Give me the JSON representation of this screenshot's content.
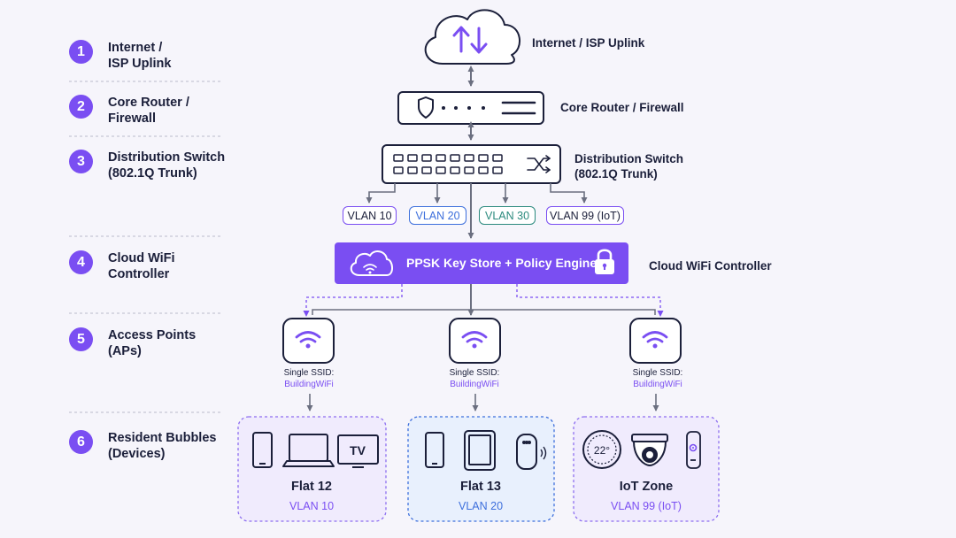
{
  "steps": [
    {
      "num": "1",
      "label": "Internet /\nISP Uplink"
    },
    {
      "num": "2",
      "label": "Core Router /\nFirewall"
    },
    {
      "num": "3",
      "label": "Distribution Switch\n(802.1Q Trunk)"
    },
    {
      "num": "4",
      "label": "Cloud WiFi\nController"
    },
    {
      "num": "5",
      "label": "Access Points\n(APs)"
    },
    {
      "num": "6",
      "label": "Resident Bubbles\n(Devices)"
    }
  ],
  "labels": {
    "internet": "Internet / ISP Uplink",
    "router": "Core Router / Firewall",
    "switch": "Distribution Switch\n(802.1Q Trunk)",
    "controller_box": "PPSK Key Store + Policy Engine",
    "controller": "Cloud WiFi Controller"
  },
  "vlans": [
    "VLAN 10",
    "VLAN 20",
    "VLAN 30",
    "VLAN 99 (IoT)"
  ],
  "aps": [
    {
      "ssid_label": "Single SSID:",
      "ssid_name": "BuildingWiFi"
    },
    {
      "ssid_label": "Single SSID:",
      "ssid_name": "BuildingWiFi"
    },
    {
      "ssid_label": "Single SSID:",
      "ssid_name": "BuildingWiFi"
    }
  ],
  "bubbles": [
    {
      "name": "Flat 12",
      "vlan": "VLAN 10",
      "devices": [
        "phone-icon",
        "laptop-icon",
        "tv-icon"
      ],
      "tv_text": "TV"
    },
    {
      "name": "Flat 13",
      "vlan": "VLAN 20",
      "devices": [
        "phone-icon",
        "tablet-icon",
        "smart-speaker-icon"
      ]
    },
    {
      "name": "IoT Zone",
      "vlan": "VLAN 99 (IoT)",
      "devices": [
        "thermostat-icon",
        "security-camera-icon",
        "smart-remote-icon"
      ],
      "thermostat_text": "22°"
    }
  ],
  "colors": {
    "purple": "#7a4ef2",
    "blue": "#3d6fdc",
    "teal": "#2b8a7e",
    "navy": "#1b1f3a"
  }
}
